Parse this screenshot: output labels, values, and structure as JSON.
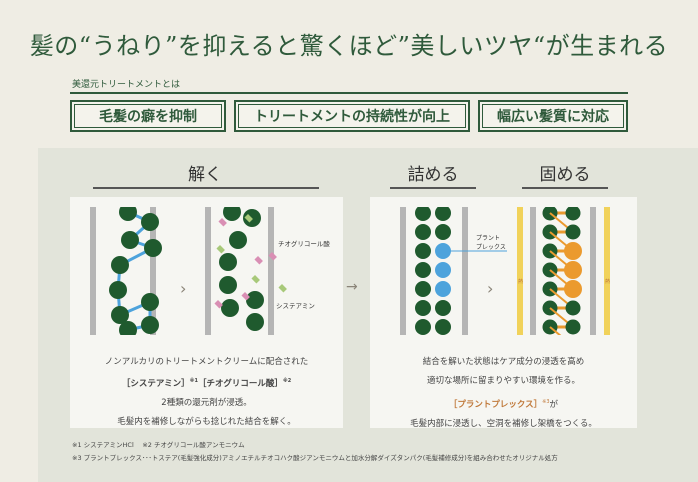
{
  "title": "髪の“うねり”を抑えると驚くほど”美しいツヤ“が生まれる",
  "subtitle": "美還元トリートメントとは",
  "features": [
    "毛髪の癖を抑制",
    "トリートメントの持続性が向上",
    "幅広い髪質に対応"
  ],
  "steps": {
    "loosen": {
      "heading": "解く",
      "label_thio": "チオグリコール酸",
      "label_cyst": "システアミン",
      "text1": "ノンアルカリのトリートメントクリームに配合された",
      "text2a": "［システアミン］",
      "text2a_sup": "※1",
      "text2b": "［チオグリコール酸］",
      "text2b_sup": "※2",
      "text3": "2種類の還元剤が浸透。",
      "text4": "毛髪内を補修しながらも捻じれた結合を解く。"
    },
    "fill": {
      "heading": "詰める",
      "label_plant": "プラント\nプレックス"
    },
    "harden": {
      "heading": "固める",
      "heat_label": "熱"
    },
    "right_text1": "結合を解いた状態はケア成分の浸透を高め",
    "right_text2": "適切な場所に留まりやすい環境を作る。",
    "right_text3": "［プラントプレックス］",
    "right_text3_sup": "※3",
    "right_text3_tail": "が",
    "right_text4": "毛髪内部に浸透し、空洞を補修し架橋をつくる。"
  },
  "notes": {
    "n1": "※1 システアミンHCl　 ※2 チオグリコール酸アンモニウム",
    "n2": "※3 プラントプレックス･･･トステア(毛髪強化成分)アミノエチルチオコハク酸ジアンモニウムと加水分解ダイズタンパク(毛髪補修成分)を組み合わせたオリジナル処方"
  },
  "colors": {
    "green": "#2f5a3b",
    "dark_green": "#1f5a2e",
    "blue": "#4da3dc",
    "orange": "#eb9a2e",
    "yellow": "#f1d25a",
    "pink": "#d98fb4",
    "leaf": "#a8c97a"
  }
}
